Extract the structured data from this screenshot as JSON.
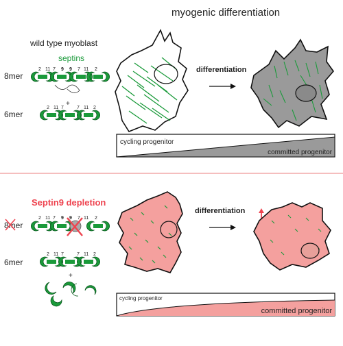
{
  "title": "myogenic differentiation",
  "top_panel": {
    "cell_label": "wild type myoblast",
    "protein_label": "septins",
    "oligomer_8": "8mer",
    "oligomer_6": "6mer",
    "arrow_label": "differentiation",
    "bar_left_label": "cycling progenitor",
    "bar_right_label": "committed progenitor"
  },
  "bottom_panel": {
    "condition_label": "Septin9 depletion",
    "oligomer_8": "8mer",
    "oligomer_6": "6mer",
    "arrow_label": "differentiation",
    "bar_left_label": "cycling progenitor",
    "bar_right_label": "committed progenitor"
  },
  "subunit_numbers": {
    "octamer": [
      "2",
      "11",
      "7",
      "9",
      "9",
      "7",
      "11",
      "2"
    ],
    "hexamer": [
      "2",
      "11",
      "7",
      "7",
      "11",
      "2"
    ],
    "plus": "+"
  },
  "colors": {
    "septin_green": "#1a9a3a",
    "cell_grey": "#9a9a9a",
    "cell_pink": "#f4a09e",
    "accent_red": "#ee4450",
    "divider": "#f2a9a9"
  }
}
